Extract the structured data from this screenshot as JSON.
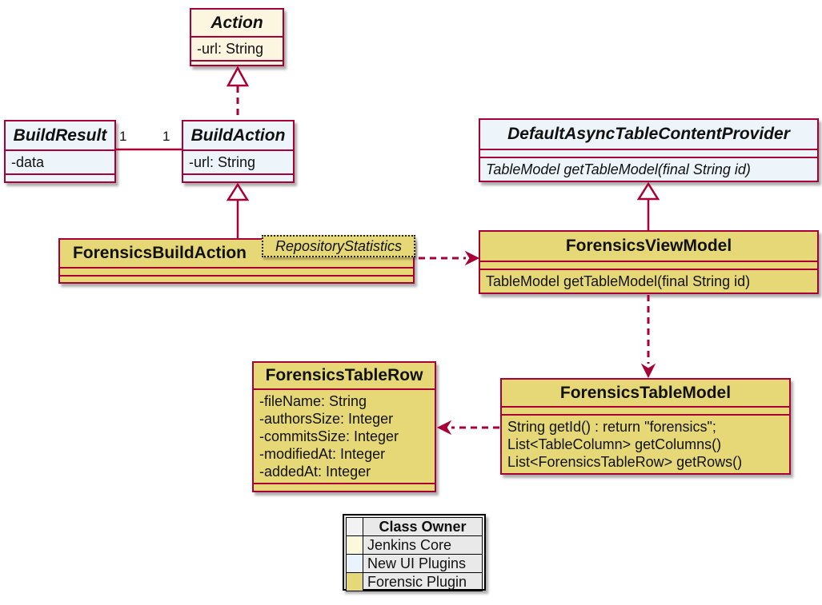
{
  "classes": {
    "action": {
      "name": "Action",
      "attrs": [
        "-url: String"
      ]
    },
    "build_result": {
      "name": "BuildResult",
      "attrs": [
        "-data"
      ]
    },
    "build_action": {
      "name": "BuildAction",
      "attrs": [
        "-url: String"
      ]
    },
    "forensics_build_action": {
      "name": "ForensicsBuildAction",
      "template": "RepositoryStatistics"
    },
    "default_async_table_content_provider": {
      "name": "DefaultAsyncTableContentProvider",
      "methods": [
        "TableModel getTableModel(final String id)"
      ]
    },
    "forensics_view_model": {
      "name": "ForensicsViewModel",
      "methods": [
        "TableModel getTableModel(final String id)"
      ]
    },
    "forensics_table_row": {
      "name": "ForensicsTableRow",
      "attrs": [
        "-fileName: String",
        "-authorsSize: Integer",
        "-commitsSize: Integer",
        "-modifiedAt: Integer",
        "-addedAt: Integer"
      ]
    },
    "forensics_table_model": {
      "name": "ForensicsTableModel",
      "methods": [
        "String getId() : return \"forensics\";",
        "List<TableColumn> getColumns()",
        "List<ForensicsTableRow> getRows()"
      ]
    }
  },
  "relations": {
    "build_result_to_build_action": {
      "left_multiplicity": "1",
      "right_multiplicity": "1"
    }
  },
  "legend": {
    "header": "Class Owner",
    "header_swatch_color": "#F2F2F2",
    "rows": [
      {
        "label": "Jenkins Core",
        "color": "#FCF8DC"
      },
      {
        "label": "New UI Plugins",
        "color": "#EAF3FB"
      },
      {
        "label": "Forensic Plugin",
        "color": "#E4D878"
      }
    ]
  },
  "colors": {
    "border": "#A80036",
    "cream": "#FCF6E0",
    "blue": "#EDF5FB",
    "khaki": "#E6D876",
    "legendbg": "#E9E9E9",
    "text": "#111111"
  }
}
